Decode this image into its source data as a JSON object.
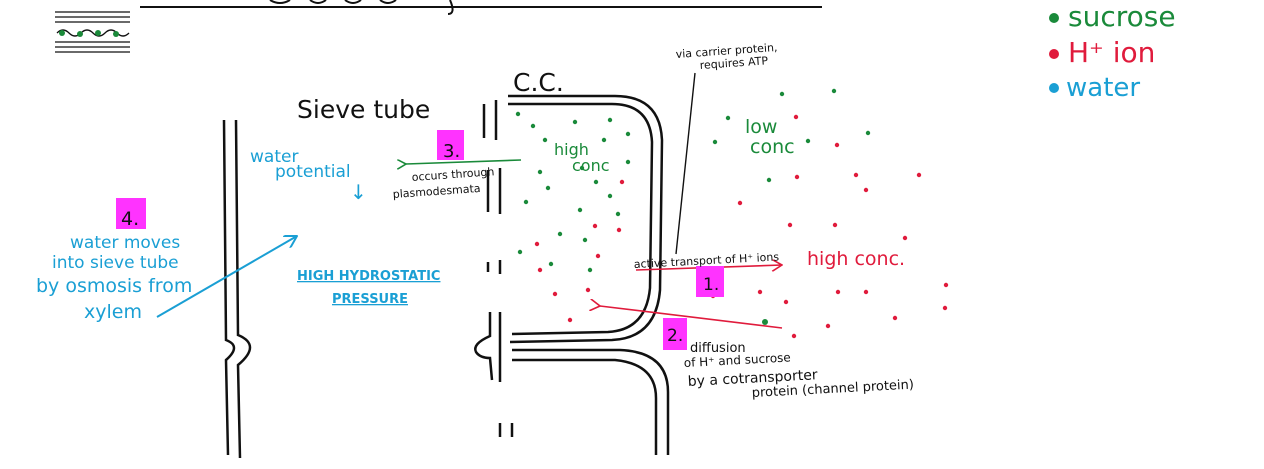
{
  "legend": {
    "sucrose": "sucrose",
    "h_ion": "H⁺ ion",
    "water": "water"
  },
  "colors": {
    "sucrose": "#1a8a3a",
    "h_ion": "#e01b3c",
    "water": "#1a9fd4",
    "step_tag": "#ff33ff"
  },
  "labels": {
    "cc": "C.C.",
    "sieve_tube": "Sieve tube",
    "water_potential_1": "water",
    "water_potential_2": "potential",
    "down_arrow": "↓",
    "hydrostatic_1": "HIGH HYDROSTATIC",
    "hydrostatic_2": "PRESSURE",
    "high_conc_cc_1": "high",
    "high_conc_cc_2": "conc",
    "low_conc_1": "low",
    "low_conc_2": "conc",
    "high_conc_outside": "high conc.",
    "carrier_1": "via carrier protein,",
    "carrier_2": "requires ATP",
    "active_transport": "active transport of H⁺ ions",
    "plasmodesmata_1": "occurs through",
    "plasmodesmata_2": "plasmodesmata",
    "diffusion_1": "diffusion",
    "diffusion_2": "of H⁺ and sucrose",
    "diffusion_3": "by a cotransporter",
    "diffusion_4": "protein (channel protein)",
    "osmosis_1": "water moves",
    "osmosis_2": "into sieve tube",
    "osmosis_3": "by osmosis from",
    "osmosis_4": "xylem"
  },
  "steps": {
    "step1": "1.",
    "step2": "2.",
    "step3": "3.",
    "step4": "4."
  }
}
